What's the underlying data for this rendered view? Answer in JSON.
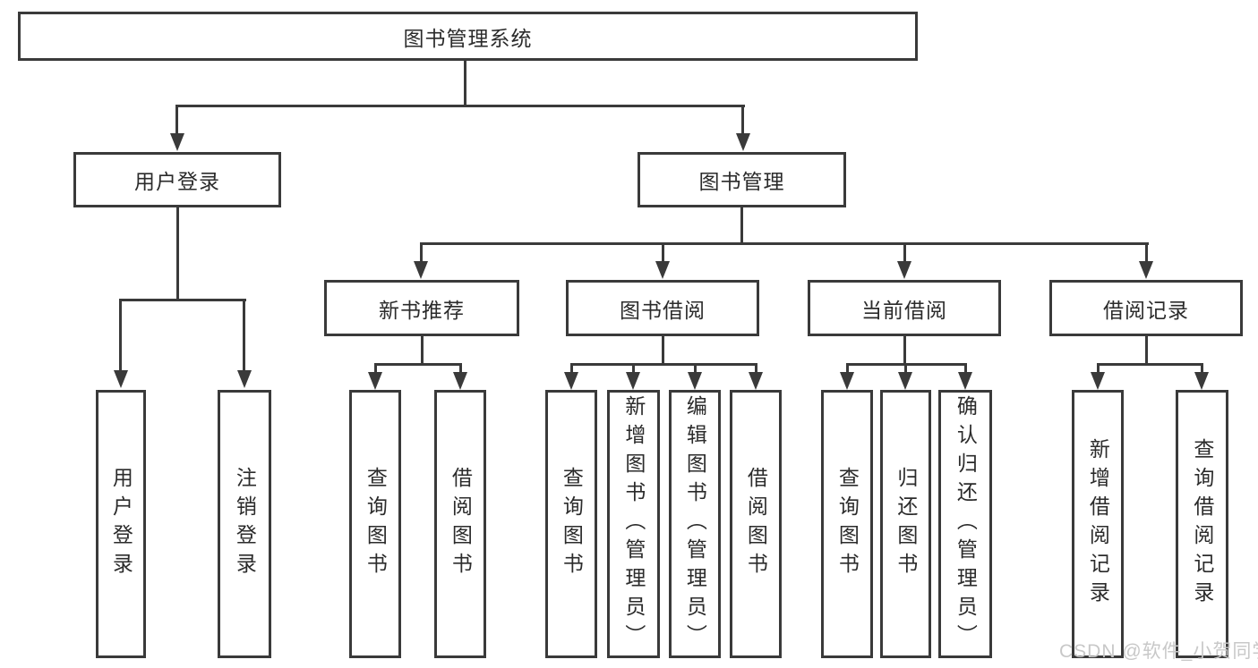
{
  "colors": {
    "line": "#3a3a3a",
    "text": "#2b2b2b",
    "background": "#ffffff",
    "watermark": "#c8c8c8"
  },
  "watermark": {
    "text": "CSDN @软件_小贺同学"
  },
  "tree": {
    "root": {
      "label": "图书管理系统"
    },
    "login": {
      "label": "用户登录",
      "children": [
        {
          "label": "用户登录"
        },
        {
          "label": "注销登录"
        }
      ]
    },
    "management": {
      "label": "图书管理",
      "groups": [
        {
          "label": "新书推荐",
          "children": [
            {
              "label": "查询图书"
            },
            {
              "label": "借阅图书"
            }
          ]
        },
        {
          "label": "图书借阅",
          "children": [
            {
              "label": "查询图书"
            },
            {
              "label": "新增图书（管理员）"
            },
            {
              "label": "编辑图书（管理员）"
            },
            {
              "label": "借阅图书"
            }
          ]
        },
        {
          "label": "当前借阅",
          "children": [
            {
              "label": "查询图书"
            },
            {
              "label": "归还图书"
            },
            {
              "label": "确认归还（管理员）"
            }
          ]
        },
        {
          "label": "借阅记录",
          "children": [
            {
              "label": "新增借阅记录"
            },
            {
              "label": "查询借阅记录"
            }
          ]
        }
      ]
    }
  }
}
